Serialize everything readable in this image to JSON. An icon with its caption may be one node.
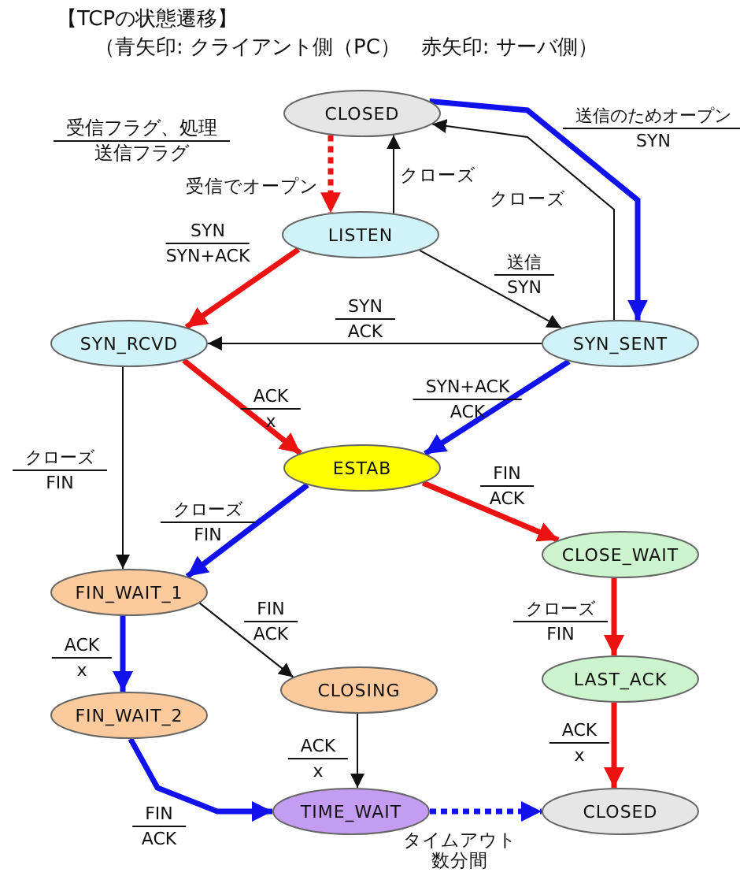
{
  "diagram": {
    "title": "【TCPの状態遷移】",
    "nodes": [
      {
        "text": [
          "CLOSED"
        ]
      },
      {
        "text": [
          "LISTEN"
        ]
      },
      {
        "text": [
          "SYN_RCVD"
        ]
      },
      {
        "text": [
          "SYN_SENT"
        ]
      },
      {
        "text": [
          "ESTAB"
        ]
      },
      {
        "text": [
          "FIN_WAIT_1"
        ]
      },
      {
        "text": [
          "CLOSE_WAIT"
        ]
      },
      {
        "text": [
          "CLOSING"
        ]
      },
      {
        "text": [
          "LAST_ACK"
        ]
      },
      {
        "text": [
          "FIN_WAIT_2"
        ]
      },
      {
        "text": [
          "TIME_WAIT"
        ]
      },
      {
        "text": [
          "CLOSED"
        ]
      }
    ],
    "edges": [
      {
        "from": 0,
        "to": 1,
        "arrow": "to",
        "label": "受信でオープン",
        "style": "dashed",
        "color": "#ee1111"
      },
      {
        "from": 1,
        "to": 0,
        "arrow": "to",
        "label": "クローズ"
      },
      {
        "from": 0,
        "to": 3,
        "arrow": "to",
        "label": "送信のためオープン SYN",
        "color": "#1111ee"
      },
      {
        "from": 3,
        "to": 0,
        "arrow": "to",
        "label": "クローズ"
      },
      {
        "from": 1,
        "to": 2,
        "arrow": "to",
        "label": "SYN SYN+ACK",
        "color": "#ee1111"
      },
      {
        "from": 1,
        "to": 3,
        "arrow": "to",
        "label": "送信 SYN"
      },
      {
        "from": 3,
        "to": 2,
        "arrow": "to",
        "label": "SYN ACK"
      },
      {
        "from": 2,
        "to": 4,
        "arrow": "to",
        "label": "ACK x",
        "color": "#ee1111"
      },
      {
        "from": 3,
        "to": 4,
        "arrow": "to",
        "label": "SYN+ACK ACK",
        "color": "#1111ee"
      },
      {
        "from": 2,
        "to": 5,
        "arrow": "to",
        "label": "クローズ FIN"
      },
      {
        "from": 4,
        "to": 5,
        "arrow": "to",
        "label": "クローズ FIN",
        "color": "#1111ee"
      },
      {
        "from": 4,
        "to": 6,
        "arrow": "to",
        "label": "FIN ACK",
        "color": "#ee1111"
      },
      {
        "from": 5,
        "to": 9,
        "arrow": "to",
        "label": "ACK x",
        "color": "#1111ee"
      },
      {
        "from": 5,
        "to": 7,
        "arrow": "to",
        "label": "FIN ACK"
      },
      {
        "from": 6,
        "to": 8,
        "arrow": "to",
        "label": "クローズ FIN",
        "color": "#ee1111"
      },
      {
        "from": 7,
        "to": 10,
        "arrow": "to",
        "label": "ACK x"
      },
      {
        "from": 8,
        "to": 11,
        "arrow": "to",
        "label": "ACK x",
        "color": "#ee1111"
      },
      {
        "from": 9,
        "to": 10,
        "arrow": "to",
        "label": "FIN ACK",
        "color": "#1111ee"
      },
      {
        "from": 10,
        "to": 11,
        "arrow": "to",
        "label": "タイムアウト数分間",
        "style": "dashed",
        "color": "#1111ee"
      }
    ],
    "labels": [
      "（青矢印: クライアント側（PC）　赤矢印: サーバ側）",
      "受信フラグ、処理",
      "送信フラグ"
    ]
  }
}
